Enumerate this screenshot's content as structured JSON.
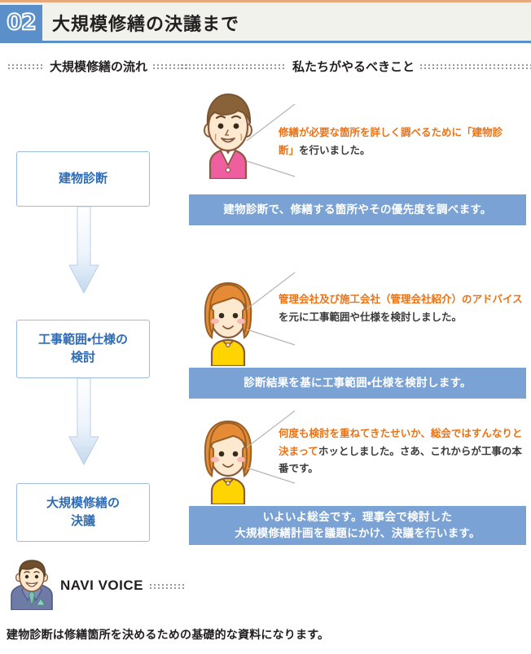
{
  "header": {
    "number": "02",
    "title": "大規模修繕の決議まで",
    "accent_color": "#5b8fc9",
    "top_rule_color": "#e8a87c",
    "background": "#f2f2ec"
  },
  "column_labels": {
    "left": "大規模修繕の流れ",
    "right": "私たちがやるべきこと"
  },
  "flow": {
    "steps": [
      {
        "label": "建物診断"
      },
      {
        "label": "工事範囲・仕様の\n検討"
      },
      {
        "label": "大規模修繕の\n決議"
      }
    ],
    "box_border_color": "#9dbbdd",
    "text_color": "#2f6cb5",
    "arrow_fill_top": "#ffffff",
    "arrow_fill_bottom": "#c8dbf0"
  },
  "sections": [
    {
      "avatar": "man-pink-vest-icon",
      "speech_parts": [
        {
          "text": "修繕が必要な箇所を詳しく調べるために「建物診",
          "highlight": true
        },
        {
          "text": "断」",
          "highlight": true
        },
        {
          "text": "を行いました。",
          "highlight": false
        }
      ],
      "callout": "建物診断で、修繕する箇所やその優先度を調べます。"
    },
    {
      "avatar": "woman-yellow-top-icon",
      "speech_parts": [
        {
          "text": "管理会社及び施工会社（管理会社紹介）のアド",
          "highlight": true
        },
        {
          "text": "バイス",
          "highlight": true
        },
        {
          "text": "を元に工事範囲や仕様を検討しました。",
          "highlight": false
        }
      ],
      "callout": "診断結果を基に工事範囲・仕様を検討します。"
    },
    {
      "avatar": "woman-yellow-top-icon",
      "speech_parts": [
        {
          "text": "何度も検討を重ねてきたせいか、",
          "highlight": true
        },
        {
          "text": "総会ではすんな",
          "highlight": true
        },
        {
          "text": "りと決まって",
          "highlight": true
        },
        {
          "text": "ホッとしました。さあ、これからが",
          "highlight": false
        },
        {
          "text": "工事の本番です。",
          "highlight": false
        }
      ],
      "callout": "いよいよ総会です。理事会で検討した\n大規模修繕計画を議題にかけ、決議を行います。"
    }
  ],
  "callout_color": "#7ba2d4",
  "highlight_color": "#ee7213",
  "navi": {
    "avatar": "man-suit-navigator-icon",
    "label": "NAVI VOICE",
    "message": "建物診断は修繕箇所を決めるための基礎的な資料になります。"
  }
}
